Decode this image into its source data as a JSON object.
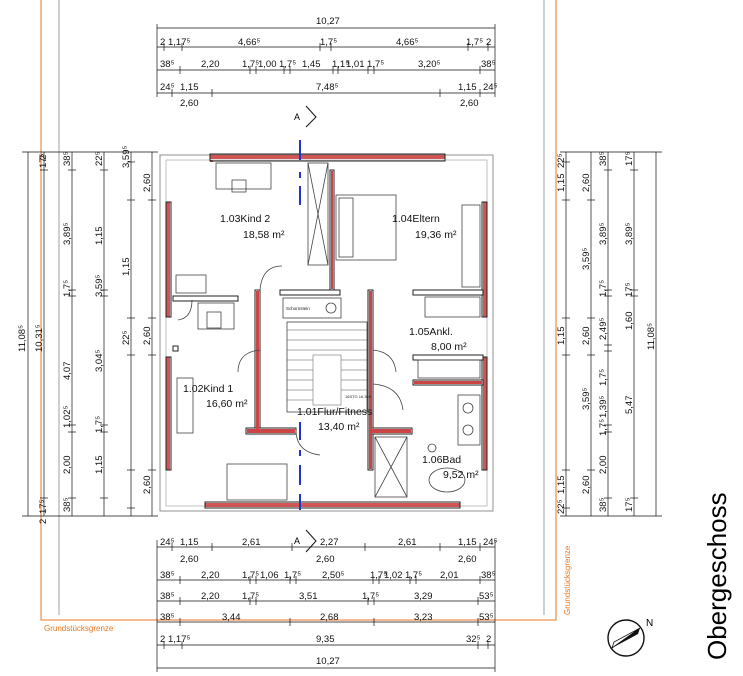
{
  "title": "Obergeschoss",
  "property_line_label": "Grundstücksgrenze",
  "section_marker": "A",
  "north_label": "N",
  "stair_note": "16STG 16,305",
  "fixture_label": "Schornstein",
  "rooms": [
    {
      "name": "1.03Kind 2",
      "area": "18,58 m²"
    },
    {
      "name": "1.04Eltern",
      "area": "19,36 m²"
    },
    {
      "name": "1.05Ankl.",
      "area": "8,00 m²"
    },
    {
      "name": "1.02Kind 1",
      "area": "16,60 m²"
    },
    {
      "name": "1.01Flur/Fitness",
      "area": "13,40 m²"
    },
    {
      "name": "1.06Bad",
      "area": "9,52 m²"
    }
  ],
  "top_dims": {
    "total": "10,27",
    "row2": [
      "2",
      "1,17⁵",
      "4,66⁵",
      "1,7⁵",
      "4,66⁵",
      "1,7⁵",
      "2"
    ],
    "row3": [
      "38⁵",
      "2,20",
      "1,7⁵",
      "1,00",
      "1,7⁵",
      "1,45",
      "1,1⁵",
      "1,01",
      "1,7⁵",
      "3,20⁵",
      "38⁵"
    ],
    "row4": [
      "24⁵",
      "1,15",
      "7,48⁵",
      "1,15",
      "24⁵"
    ],
    "row5": [
      "2,60",
      "2,60"
    ]
  },
  "bottom_dims": {
    "row1": [
      "24⁵",
      "1,15",
      "2,61",
      "2,27",
      "2,61",
      "1,15",
      "24⁵"
    ],
    "row2": [
      "2,60",
      "2,60",
      "2,60"
    ],
    "row3": [
      "38⁵",
      "2,20",
      "1,7⁵",
      "1,06",
      "1,7⁵",
      "2,50⁵",
      "1,7⁵",
      "1,02",
      "1,7⁵",
      "2,01",
      "38⁵"
    ],
    "row4": [
      "38⁵",
      "2,20",
      "1,7⁵",
      "3,51",
      "1,7⁵",
      "3,29",
      "53⁵"
    ],
    "row5": [
      "38⁵",
      "3,44",
      "2,68",
      "3,23",
      "53⁵"
    ],
    "row6": [
      "2",
      "1,17⁵",
      "9,35",
      "32⁵",
      "2"
    ],
    "total": "10,27"
  },
  "left_dims": {
    "outer": [
      "11,08⁵",
      "10,31⁵"
    ],
    "col3": [
      "17⁵",
      "2",
      "4,07",
      "1,02⁵",
      "2",
      "17⁵"
    ],
    "col4": [
      "38⁵",
      "3,89⁵",
      "1,7⁵",
      "3,04⁵",
      "1,7⁵",
      "2,00",
      "38⁵"
    ],
    "col5": [
      "22⁵",
      "1,15",
      "3,59⁵",
      "1,15",
      "3,59⁵",
      "1,15",
      "22⁵"
    ],
    "col6": [
      "2,60",
      "2,60",
      "2,60"
    ]
  },
  "right_dims": {
    "col1": [
      "22⁵",
      "1,15",
      "3,59⁵",
      "1,15",
      "3,59⁵",
      "1,15",
      "22⁵"
    ],
    "col2": [
      "2,60",
      "2,60",
      "2,49⁵",
      "2,60"
    ],
    "col3": [
      "38⁵",
      "3,89⁵",
      "1,7⁵",
      "1,60",
      "1,7⁵",
      "1,39⁵",
      "1,7⁵",
      "2,00",
      "38⁵"
    ],
    "col4": [
      "17⁵",
      "3,89⁵",
      "17⁵",
      "5,47",
      "17⁵"
    ],
    "outer": [
      "11,08⁵"
    ]
  }
}
